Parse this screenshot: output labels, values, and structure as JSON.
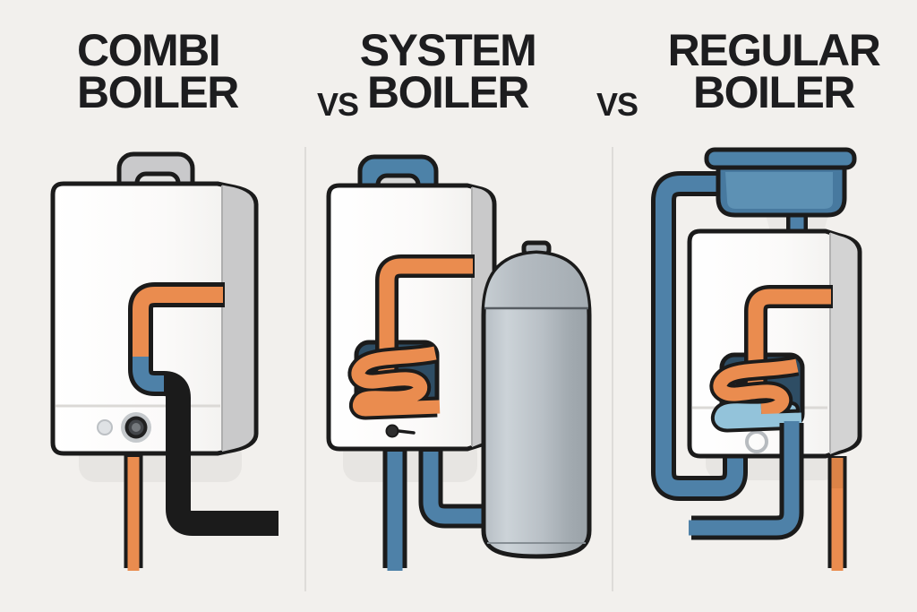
{
  "panels": [
    {
      "id": "combi",
      "title_line1": "COMBI",
      "title_line2": "BOILER",
      "components": [
        "wall-boiler",
        "mounting-handle",
        "control-dial",
        "status-light",
        "hot-pipe",
        "cold-pipe"
      ]
    },
    {
      "id": "system",
      "title_line1": "SYSTEM",
      "title_line2": "BOILER",
      "components": [
        "wall-boiler",
        "mounting-handle",
        "heat-exchanger",
        "control-knob",
        "hot-pipe",
        "cold-pipes",
        "hot-water-cylinder"
      ]
    },
    {
      "id": "regular",
      "title_line1": "REGULAR",
      "title_line2": "BOILER",
      "components": [
        "wall-boiler",
        "header-tank",
        "feed-pipe",
        "heat-exchanger",
        "inspection-port",
        "hot-pipe",
        "cold-pipes"
      ]
    }
  ],
  "vs_labels": [
    "VS",
    "VS"
  ],
  "colors": {
    "background": "#f2f0ed",
    "title_text": "#1d1d1f",
    "outline": "#1b1b1b",
    "pipe_orange": "#ea8c4f",
    "pipe_blue": "#4e81a8",
    "pipe_lightblue": "#93c3da",
    "boiler_side_gray": "#c9c9ca",
    "handle_gray": "#c9c9cb",
    "exchanger_navy": "#2e4d64",
    "tank_blue": "#4d82a8",
    "cylinder_gray": "#b9c0c6",
    "shadow": "#e7e5e2",
    "divider": "#dedcd9"
  }
}
